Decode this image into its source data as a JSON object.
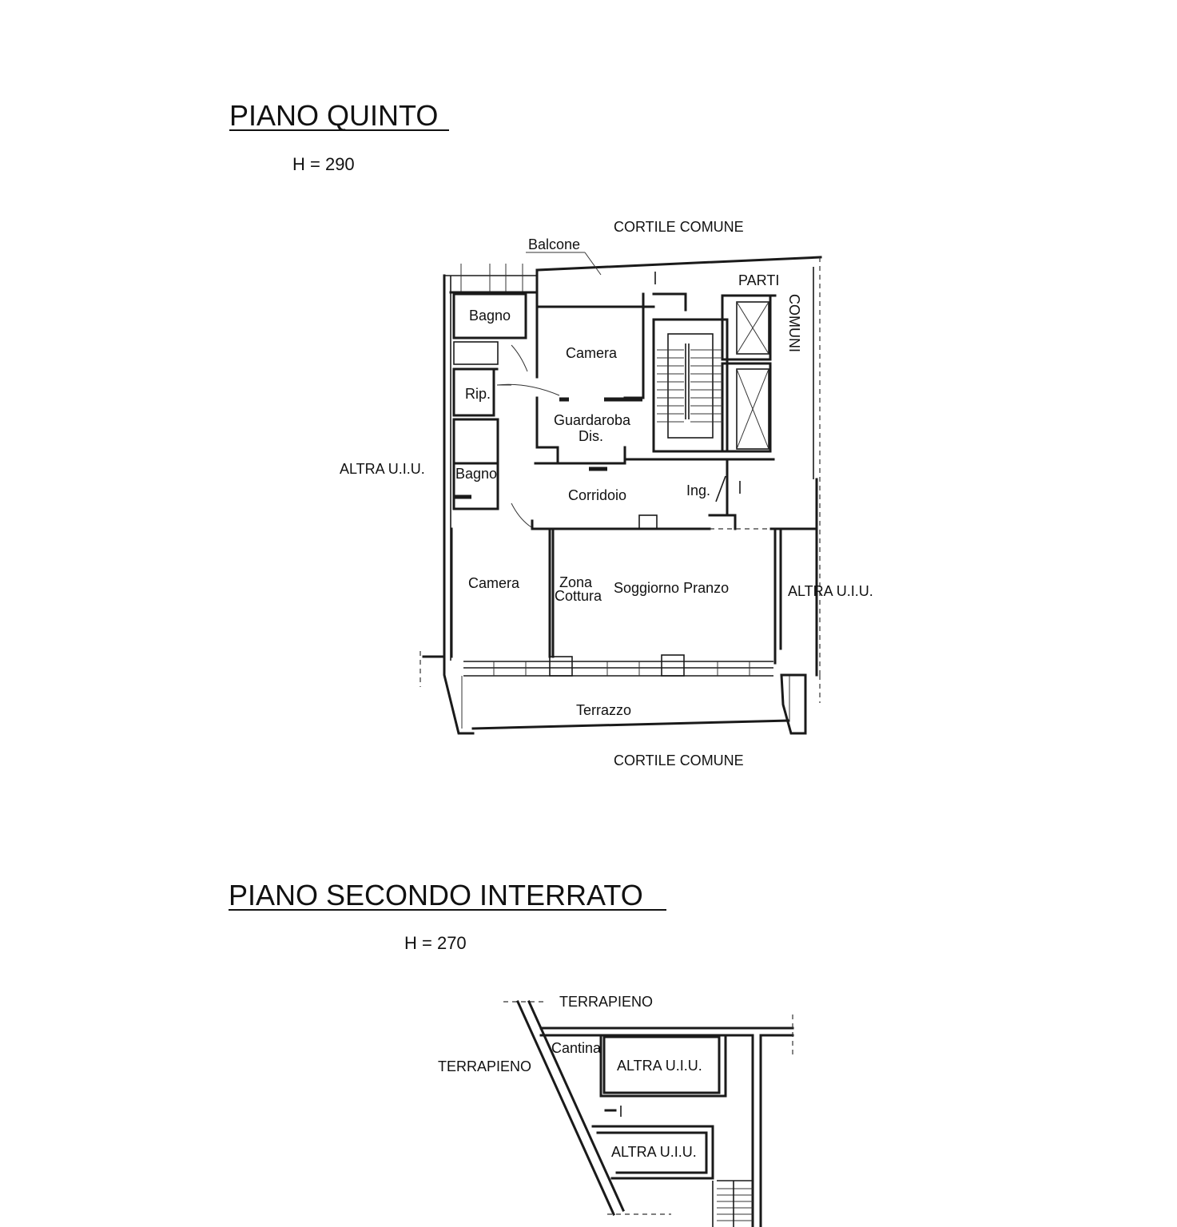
{
  "level1": {
    "title": "PIANO QUINTO",
    "height": "H = 290",
    "labels": {
      "court_top": "CORTILE COMUNE",
      "court_bottom": "CORTILE COMUNE",
      "balcone": "Balcone",
      "parti": "PARTI",
      "comuni": "COMUNI",
      "bagno_1": "Bagno",
      "camera_1": "Camera",
      "rip": "Rip.",
      "guardaroba": "Guardaroba",
      "dis": "Dis.",
      "altra_left": "ALTRA U.I.U.",
      "bagno_2": "Bagno",
      "corridoio": "Corridoio",
      "ing": "Ing.",
      "camera_2": "Camera",
      "zona": "Zona",
      "cottura": "Cottura",
      "soggiorno": "Soggiorno Pranzo",
      "altra_right": "ALTRA U.I.U.",
      "terrazzo": "Terrazzo"
    }
  },
  "level2": {
    "title": "PIANO SECONDO INTERRATO",
    "height": "H = 270",
    "labels": {
      "terrapieno_top": "TERRAPIENO",
      "terrapieno_left": "TERRAPIENO",
      "cantina": "Cantina",
      "altra_1": "ALTRA U.I.U.",
      "altra_2": "ALTRA U.I.U."
    }
  }
}
